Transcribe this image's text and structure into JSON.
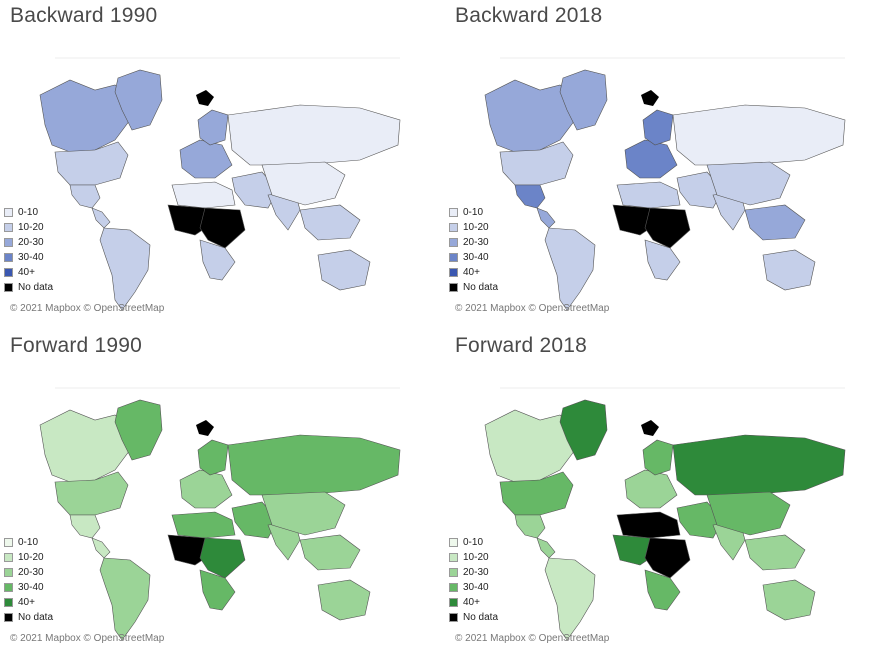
{
  "attribution": "© 2021 Mapbox © OpenStreetMap",
  "legend_labels": [
    "0-10",
    "10-20",
    "20-30",
    "30-40",
    "40+",
    "No data"
  ],
  "palettes": {
    "blue": [
      "#e9edf7",
      "#c5cfe9",
      "#96a8d9",
      "#6b84c8",
      "#3a57b0",
      "#000000"
    ],
    "green": [
      "#eef8ec",
      "#c8e8c3",
      "#9bd497",
      "#66b866",
      "#2e8a3a",
      "#000000"
    ]
  },
  "panels": [
    {
      "title": "Backward 1990",
      "palette": "blue",
      "regions": {
        "north_america": 2,
        "greenland": 2,
        "usa": 1,
        "mexico": 1,
        "central_america": 1,
        "south_america": 1,
        "europe_west": 2,
        "scandinavia": 2,
        "russia": 0,
        "middle_east": 1,
        "north_africa": 0,
        "west_africa": 5,
        "central_africa": 5,
        "southern_africa": 1,
        "india": 1,
        "china": 0,
        "southeast_asia": 1,
        "australia": 1
      }
    },
    {
      "title": "Backward 2018",
      "palette": "blue",
      "regions": {
        "north_america": 2,
        "greenland": 2,
        "usa": 1,
        "mexico": 3,
        "central_america": 2,
        "south_america": 1,
        "europe_west": 3,
        "scandinavia": 3,
        "russia": 0,
        "middle_east": 1,
        "north_africa": 1,
        "west_africa": 5,
        "central_africa": 5,
        "southern_africa": 1,
        "india": 1,
        "china": 1,
        "southeast_asia": 2,
        "australia": 1
      }
    },
    {
      "title": "Forward 1990",
      "palette": "green",
      "regions": {
        "north_america": 1,
        "greenland": 3,
        "usa": 2,
        "mexico": 1,
        "central_america": 1,
        "south_america": 2,
        "europe_west": 2,
        "scandinavia": 3,
        "russia": 3,
        "middle_east": 3,
        "north_africa": 3,
        "west_africa": 5,
        "central_africa": 4,
        "southern_africa": 3,
        "india": 2,
        "china": 2,
        "southeast_asia": 2,
        "australia": 2
      }
    },
    {
      "title": "Forward 2018",
      "palette": "green",
      "regions": {
        "north_america": 1,
        "greenland": 4,
        "usa": 3,
        "mexico": 2,
        "central_america": 2,
        "south_america": 1,
        "europe_west": 2,
        "scandinavia": 3,
        "russia": 4,
        "middle_east": 3,
        "north_africa": 5,
        "west_africa": 4,
        "central_africa": 5,
        "southern_africa": 3,
        "india": 2,
        "china": 3,
        "southeast_asia": 2,
        "australia": 2
      }
    }
  ]
}
